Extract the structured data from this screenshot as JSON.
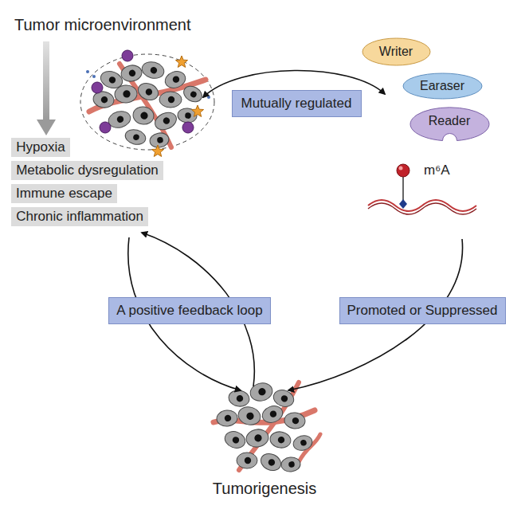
{
  "diagram": {
    "nodes": [
      {
        "text": [
          "Writer"
        ]
      },
      {
        "text": [
          "Earaser"
        ]
      },
      {
        "text": [
          "Mutually regulated"
        ]
      },
      {
        "text": [
          "Reader"
        ]
      },
      {
        "text": [
          "Hypoxia"
        ]
      },
      {
        "text": [
          "Metabolic dysregulation"
        ]
      },
      {
        "text": [
          "Immune escape"
        ]
      },
      {
        "text": [
          "Chronic inflammation"
        ]
      },
      {
        "text": [
          "A positive feedback loop"
        ]
      },
      {
        "text": [
          "Promoted or Suppressed"
        ]
      }
    ],
    "labels": [
      "Tumor microenvironment",
      "m⁶A",
      "Tumorigenesis"
    ]
  }
}
